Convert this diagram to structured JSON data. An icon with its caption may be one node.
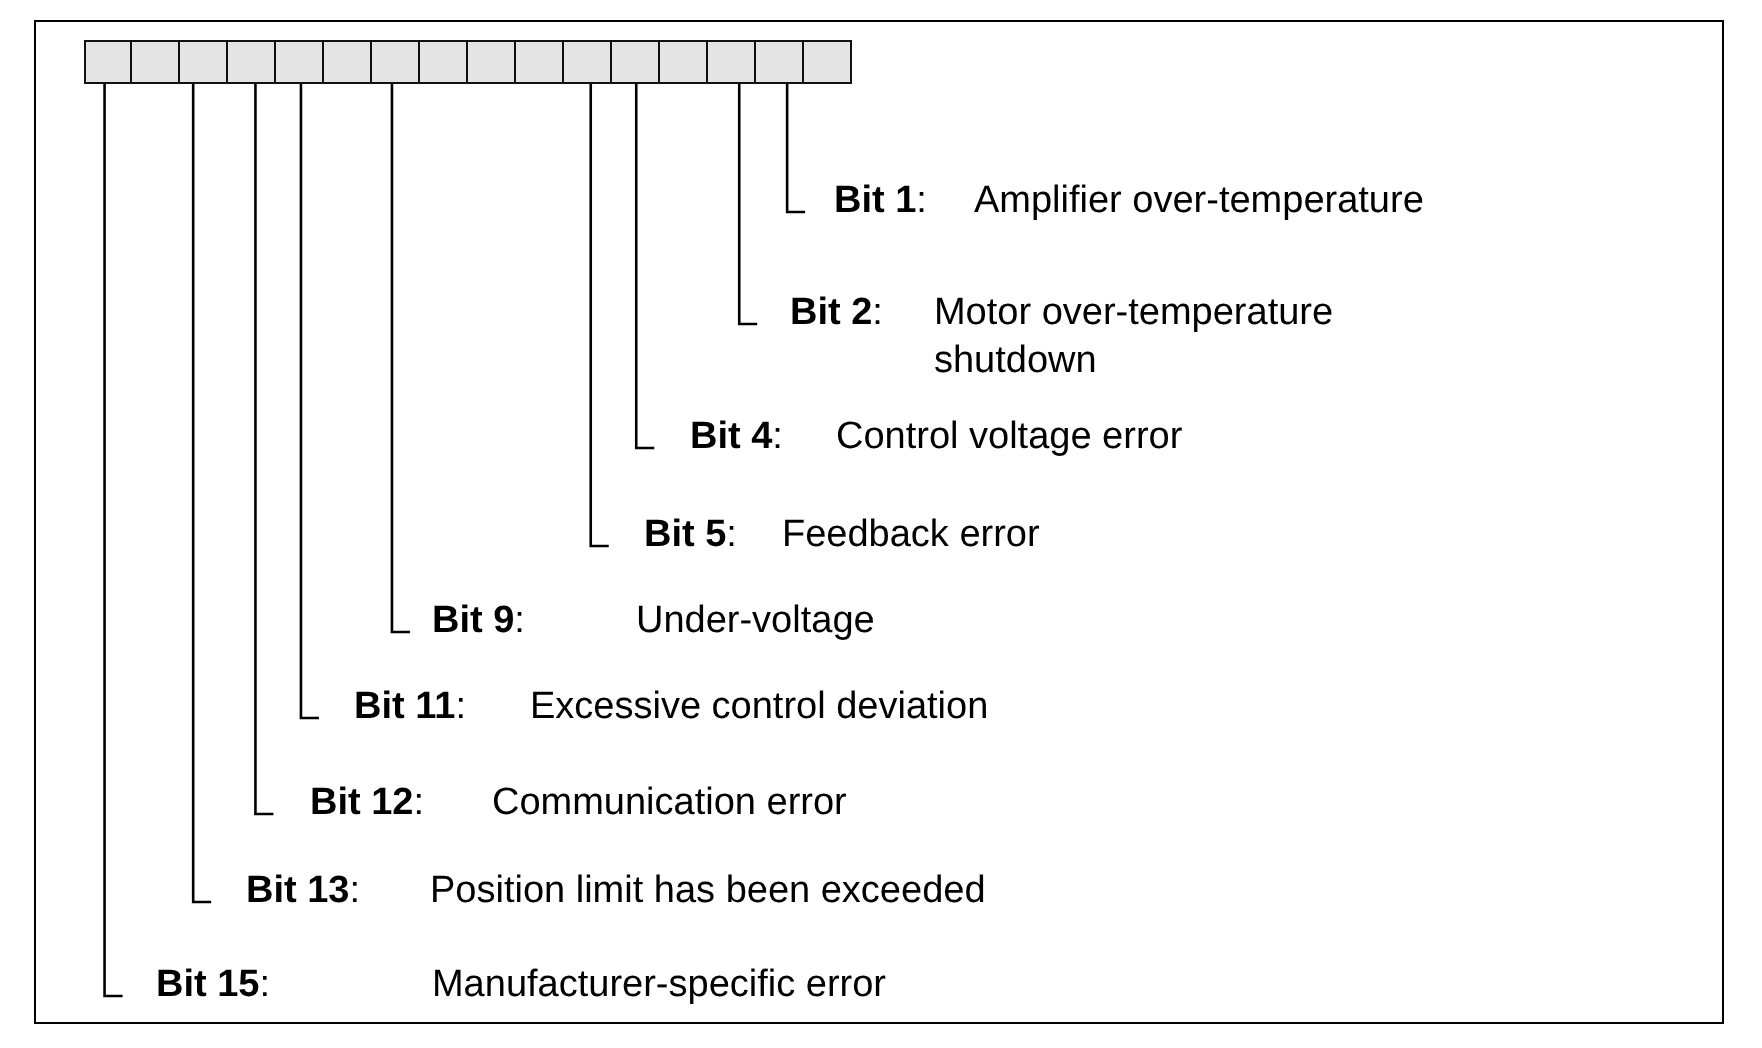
{
  "diagram": {
    "nodes": [
      {
        "text": [],
        "shape": "box"
      },
      {
        "text": [],
        "shape": "box"
      },
      {
        "text": [],
        "shape": "box"
      },
      {
        "text": [],
        "shape": "box"
      },
      {
        "text": [],
        "shape": "box"
      },
      {
        "text": [],
        "shape": "box"
      },
      {
        "text": [],
        "shape": "box"
      },
      {
        "text": [],
        "shape": "box"
      },
      {
        "text": [],
        "shape": "box"
      },
      {
        "text": [],
        "shape": "box"
      },
      {
        "text": [],
        "shape": "box"
      },
      {
        "text": [],
        "shape": "box"
      },
      {
        "text": [],
        "shape": "box"
      },
      {
        "text": [],
        "shape": "box"
      },
      {
        "text": [],
        "shape": "box"
      },
      {
        "text": [],
        "shape": "box"
      },
      {
        "text": [
          "**Bit 1**:",
          "Amplifier over-temperature"
        ]
      },
      {
        "text": [
          "**Bit 2**:",
          "Motor over-temperature shutdown"
        ]
      },
      {
        "text": [
          "**Bit 4**:",
          "Control voltage error"
        ]
      },
      {
        "text": [
          "**Bit 5**:",
          "Feedback error"
        ]
      },
      {
        "text": [
          "**Bit 9**:",
          "Under-voltage"
        ]
      },
      {
        "text": [
          "**Bit 11**:",
          "Excessive control deviation"
        ]
      },
      {
        "text": [
          "**Bit 12**:",
          "Communication error"
        ]
      },
      {
        "text": [
          "**Bit 13**:",
          "Position limit has been exceeded"
        ]
      },
      {
        "text": [
          "**Bit 15**:",
          "Manufacturer-specific error"
        ]
      }
    ],
    "edges": [
      {
        "from": 16,
        "to": 14,
        "arrow": "none"
      },
      {
        "from": 17,
        "to": 13,
        "arrow": "none"
      },
      {
        "from": 18,
        "to": 11,
        "arrow": "none"
      },
      {
        "from": 19,
        "to": 10,
        "arrow": "none"
      },
      {
        "from": 20,
        "to": 6,
        "arrow": "none"
      },
      {
        "from": 21,
        "to": 4,
        "arrow": "none"
      },
      {
        "from": 22,
        "to": 3,
        "arrow": "none"
      },
      {
        "from": 23,
        "to": 2,
        "arrow": "none"
      },
      {
        "from": 24,
        "to": 0,
        "arrow": "none"
      }
    ]
  }
}
